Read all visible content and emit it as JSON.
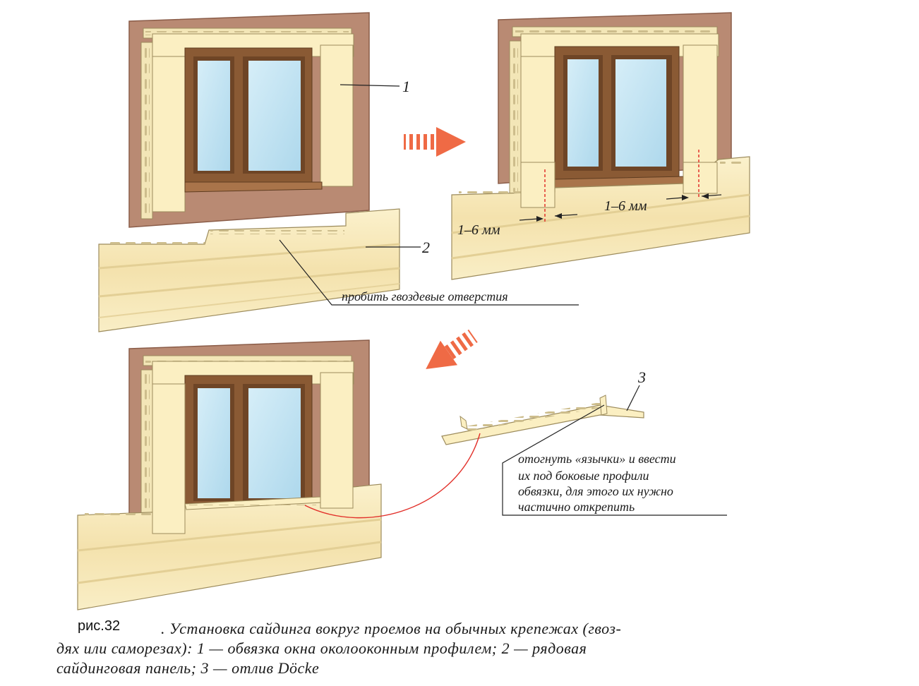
{
  "labels": {
    "callout_1": "1",
    "callout_2": "2",
    "callout_3": "3",
    "gap_left": "1–6 мм",
    "gap_right": "1–6 мм",
    "nail_holes_note": "пробить гвоздевые отверстия",
    "tabs_note": [
      "отогнуть «язычки» и ввести",
      "их под боковые профили",
      "обвязки, для этого их нужно",
      "частично открепить"
    ]
  },
  "caption": {
    "figure_number": "рис.32",
    "lines": [
      ". Установка сайдинга вокруг проемов на обычных крепежах (гвоз-",
      "дях или саморезах): 1 — обвязка окна околооконным профилем; 2 — рядовая",
      "сайдинговая панель; 3 — отлив Döcke"
    ]
  },
  "colors": {
    "wall": "#b98a73",
    "wall_edge": "#8a5c48",
    "trim": "#fbefc2",
    "trim_edge": "#9c8b5c",
    "siding": "#f7e8b8",
    "frame": "#8a5a34",
    "glass": "#bfe3f3",
    "arrow": "#ef6a45",
    "red_line": "#e2302a"
  },
  "icons": [
    "arrow-right-icon",
    "arrow-down-left-icon"
  ]
}
